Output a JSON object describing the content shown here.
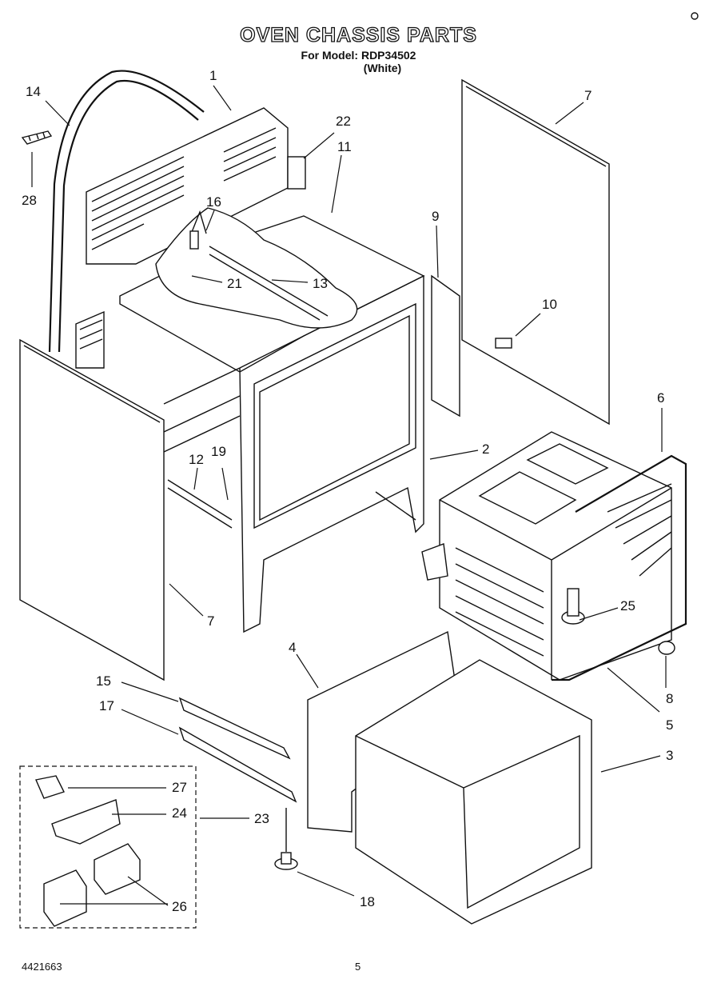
{
  "header": {
    "title": "OVEN CHASSIS PARTS",
    "model_line": "For Model: RDP34502",
    "color_line": "(White)"
  },
  "callouts": {
    "c1": "1",
    "c2": "2",
    "c3": "3",
    "c4": "4",
    "c5": "5",
    "c6": "6",
    "c7a": "7",
    "c7b": "7",
    "c8": "8",
    "c9": "9",
    "c10": "10",
    "c11": "11",
    "c12": "12",
    "c13": "13",
    "c14": "14",
    "c15": "15",
    "c16": "16",
    "c17": "17",
    "c18": "18",
    "c19": "19",
    "c21": "21",
    "c22": "22",
    "c23": "23",
    "c24": "24",
    "c25": "25",
    "c26": "26",
    "c27": "27",
    "c28": "28"
  },
  "footer": {
    "doc_number": "4421663",
    "page_number": "5"
  }
}
